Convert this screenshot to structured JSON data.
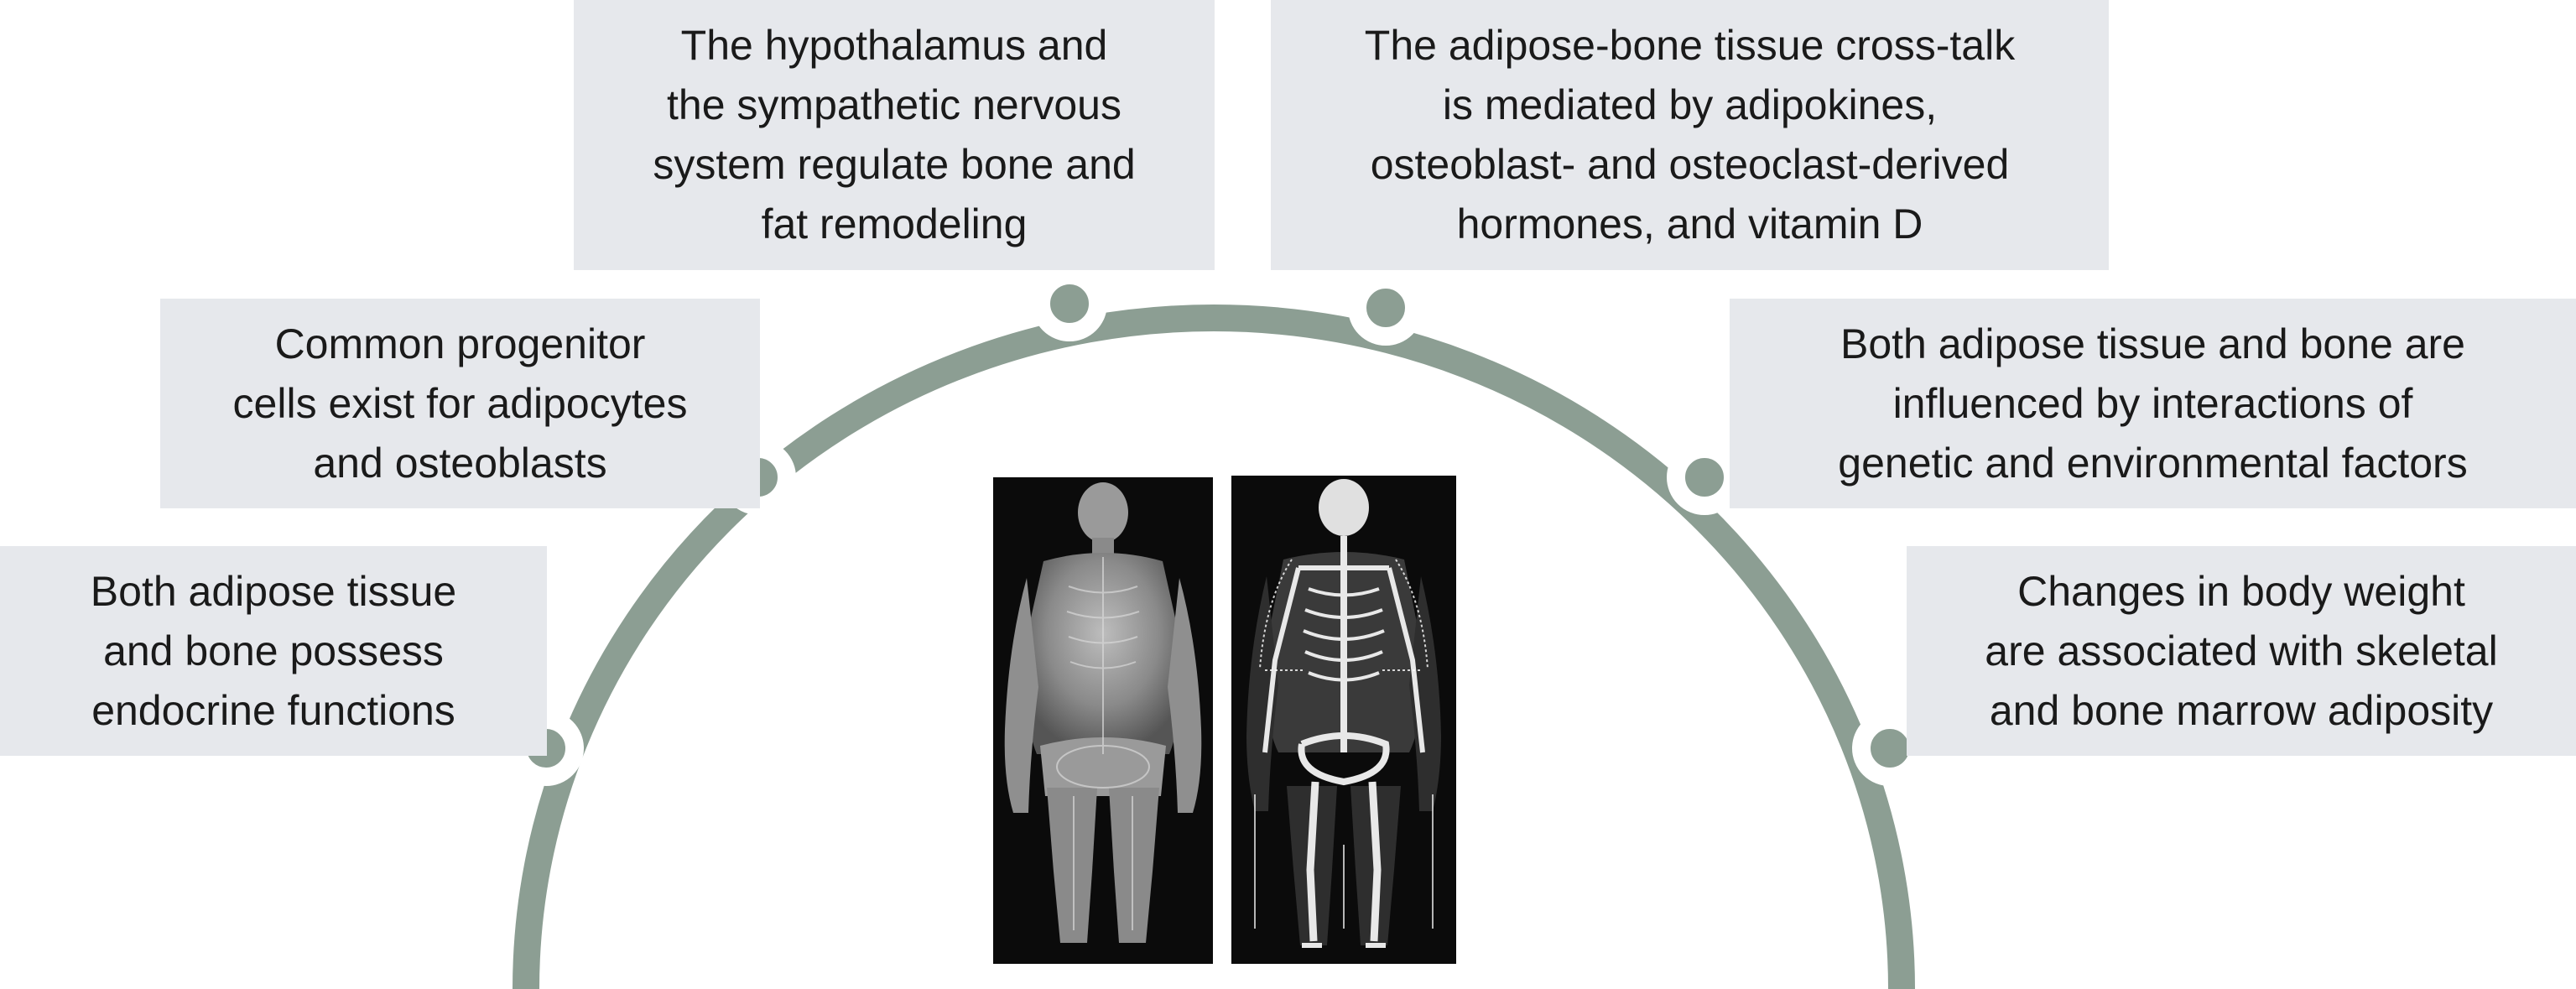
{
  "colors": {
    "arc": "#8c9e93",
    "node_fill": "#8c9e93",
    "node_ring": "#ffffff",
    "box_background": "#e6e8ec",
    "text": "#1a1a1a",
    "scan_background": "#0b0b0b"
  },
  "statements": {
    "endocrine": [
      "Both adipose tissue",
      "and bone possess",
      "endocrine functions"
    ],
    "progenitor": [
      "Common progenitor",
      "cells exist for adipocytes",
      "and osteoblasts"
    ],
    "hypothalamus": [
      "The hypothalamus and",
      "the sympathetic nervous",
      "system regulate bone and",
      "fat remodeling"
    ],
    "crosstalk": [
      "The adipose-bone tissue cross-talk",
      "is mediated by adipokines,",
      "osteoblast- and osteoclast-derived",
      "hormones, and vitamin D"
    ],
    "genetic": [
      "Both adipose tissue and bone are",
      "influenced by interactions of",
      "genetic and environmental factors"
    ],
    "body_weight": [
      "Changes in body weight",
      "are associated with skeletal",
      "and bone marrow adiposity"
    ]
  },
  "images": {
    "left_scan": "whole-body-dxa-scan-soft-tissue",
    "right_scan": "whole-body-dxa-scan-skeleton"
  }
}
